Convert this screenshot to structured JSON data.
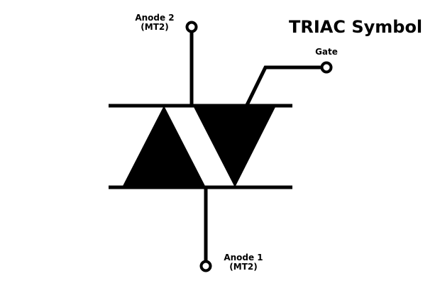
{
  "title": "TRIAC Symbol",
  "colors": {
    "stroke": "#000000",
    "background": "#ffffff"
  },
  "terminals": {
    "anode2": {
      "name": "Anode 2",
      "sub": "(MT2)"
    },
    "anode1": {
      "name": "Anode 1",
      "sub": "(MT2)"
    },
    "gate": {
      "name": "Gate"
    }
  }
}
